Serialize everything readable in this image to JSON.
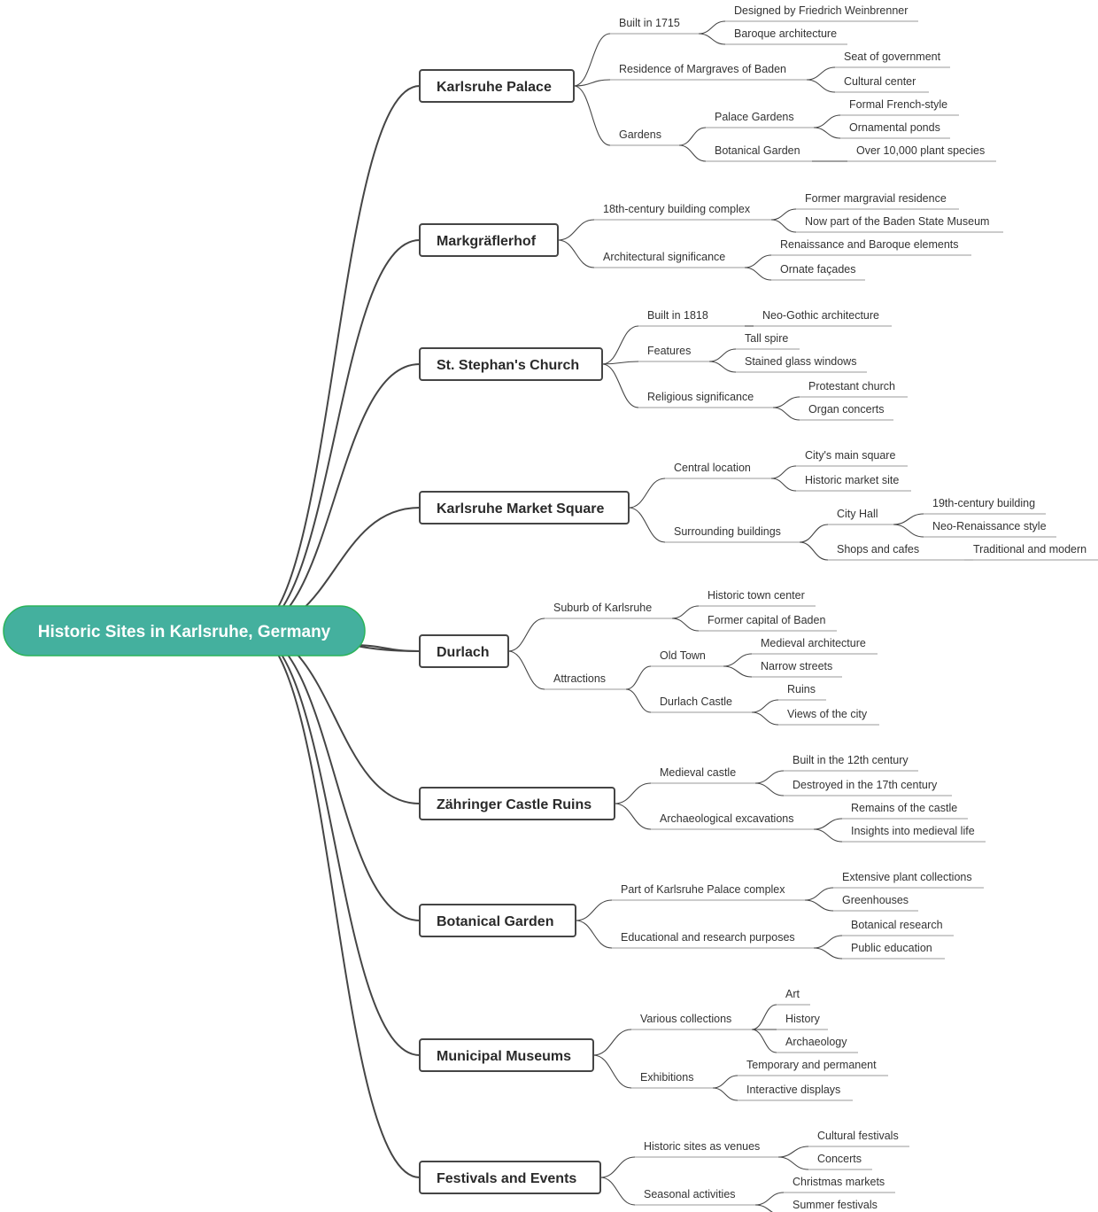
{
  "root": "Historic Sites in Karlsruhe, Germany",
  "sites": [
    {
      "label": "Karlsruhe Palace",
      "children": [
        {
          "label": "Built in 1715",
          "children": [
            {
              "label": "Designed by Friedrich Weinbrenner"
            },
            {
              "label": "Baroque architecture"
            }
          ]
        },
        {
          "label": "Residence of Margraves of Baden",
          "children": [
            {
              "label": "Seat of government"
            },
            {
              "label": "Cultural center"
            }
          ]
        },
        {
          "label": "Gardens",
          "children": [
            {
              "label": "Palace Gardens",
              "children": [
                {
                  "label": "Formal French-style"
                },
                {
                  "label": "Ornamental ponds"
                }
              ]
            },
            {
              "label": "Botanical Garden",
              "children": [
                {
                  "label": "Over 10,000 plant species"
                }
              ]
            }
          ]
        }
      ]
    },
    {
      "label": "Markgräflerhof",
      "children": [
        {
          "label": "18th-century building complex",
          "children": [
            {
              "label": "Former margravial residence"
            },
            {
              "label": "Now part of the Baden State Museum"
            }
          ]
        },
        {
          "label": "Architectural significance",
          "children": [
            {
              "label": "Renaissance and Baroque elements"
            },
            {
              "label": "Ornate façades"
            }
          ]
        }
      ]
    },
    {
      "label": "St. Stephan's Church",
      "children": [
        {
          "label": "Built in 1818",
          "children": [
            {
              "label": "Neo-Gothic architecture"
            }
          ]
        },
        {
          "label": "Features",
          "children": [
            {
              "label": "Tall spire"
            },
            {
              "label": "Stained glass windows"
            }
          ]
        },
        {
          "label": "Religious significance",
          "children": [
            {
              "label": "Protestant church"
            },
            {
              "label": "Organ concerts"
            }
          ]
        }
      ]
    },
    {
      "label": "Karlsruhe Market Square",
      "children": [
        {
          "label": "Central location",
          "children": [
            {
              "label": "City's main square"
            },
            {
              "label": "Historic market site"
            }
          ]
        },
        {
          "label": "Surrounding buildings",
          "children": [
            {
              "label": "City Hall",
              "children": [
                {
                  "label": "19th-century building"
                },
                {
                  "label": "Neo-Renaissance style"
                }
              ]
            },
            {
              "label": "Shops and cafes",
              "children": [
                {
                  "label": "Traditional and modern"
                }
              ]
            }
          ]
        }
      ]
    },
    {
      "label": "Durlach",
      "children": [
        {
          "label": "Suburb of Karlsruhe",
          "children": [
            {
              "label": "Historic town center"
            },
            {
              "label": "Former capital of Baden"
            }
          ]
        },
        {
          "label": "Attractions",
          "children": [
            {
              "label": "Old Town",
              "children": [
                {
                  "label": "Medieval architecture"
                },
                {
                  "label": "Narrow streets"
                }
              ]
            },
            {
              "label": "Durlach Castle",
              "children": [
                {
                  "label": "Ruins"
                },
                {
                  "label": "Views of the city"
                }
              ]
            }
          ]
        }
      ]
    },
    {
      "label": "Zähringer Castle Ruins",
      "children": [
        {
          "label": "Medieval castle",
          "children": [
            {
              "label": "Built in the 12th century"
            },
            {
              "label": "Destroyed in the 17th century"
            }
          ]
        },
        {
          "label": "Archaeological excavations",
          "children": [
            {
              "label": "Remains of the castle"
            },
            {
              "label": "Insights into medieval life"
            }
          ]
        }
      ]
    },
    {
      "label": "Botanical Garden",
      "children": [
        {
          "label": "Part of Karlsruhe Palace complex",
          "children": [
            {
              "label": "Extensive plant collections"
            },
            {
              "label": "Greenhouses"
            }
          ]
        },
        {
          "label": "Educational and research purposes",
          "children": [
            {
              "label": "Botanical research"
            },
            {
              "label": "Public education"
            }
          ]
        }
      ]
    },
    {
      "label": "Municipal Museums",
      "children": [
        {
          "label": "Various collections",
          "children": [
            {
              "label": "Art"
            },
            {
              "label": "History"
            },
            {
              "label": "Archaeology"
            }
          ]
        },
        {
          "label": "Exhibitions",
          "children": [
            {
              "label": "Temporary and permanent"
            },
            {
              "label": "Interactive displays"
            }
          ]
        }
      ]
    },
    {
      "label": "Festivals and Events",
      "children": [
        {
          "label": "Historic sites as venues",
          "children": [
            {
              "label": "Cultural festivals"
            },
            {
              "label": "Concerts"
            }
          ]
        },
        {
          "label": "Seasonal activities",
          "children": [
            {
              "label": "Christmas markets"
            },
            {
              "label": "Summer festivals"
            }
          ]
        }
      ]
    }
  ]
}
